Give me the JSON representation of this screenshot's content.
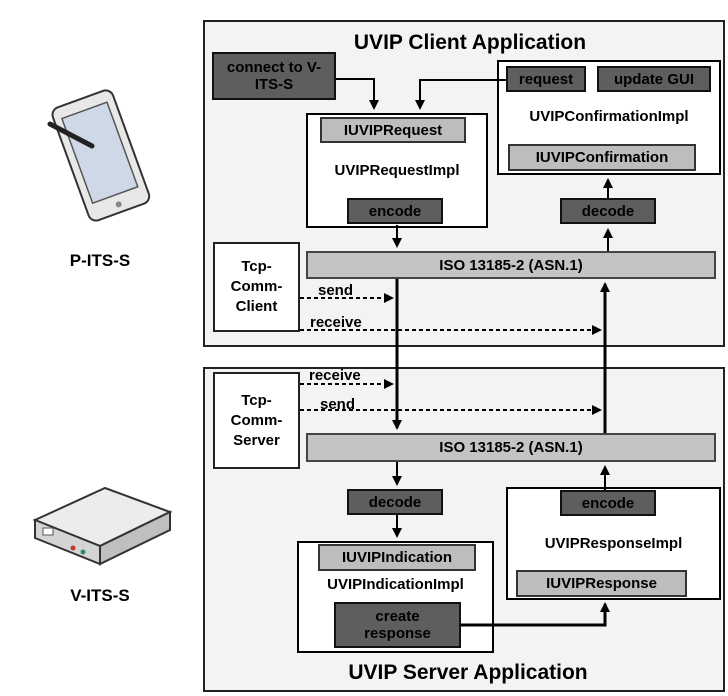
{
  "client": {
    "title": "UVIP Client Application",
    "connect_btn": "connect to V-ITS-S",
    "request_impl": {
      "interface": "IUVIPRequest",
      "name": "UVIPRequestImpl",
      "encode": "encode"
    },
    "confirmation_impl": {
      "request": "request",
      "update_gui": "update GUI",
      "name": "UVIPConfirmationImpl",
      "interface": "IUVIPConfirmation"
    },
    "decode": "decode",
    "iso": "ISO 13185-2 (ASN.1)",
    "tcp": "Tcp-Comm-Client",
    "send": "send",
    "receive": "receive"
  },
  "server": {
    "title": "UVIP Server Application",
    "tcp": "Tcp-Comm-Server",
    "receive": "receive",
    "send": "send",
    "iso": "ISO 13185-2 (ASN.1)",
    "decode": "decode",
    "indication_impl": {
      "interface": "IUVIPIndication",
      "name": "UVIPIndicationImpl",
      "create": "create response"
    },
    "response_impl": {
      "encode": "encode",
      "name": "UVIPResponseImpl",
      "interface": "IUVIPResponse"
    }
  },
  "devices": {
    "p_its": "P-ITS-S",
    "v_its": "V-ITS-S"
  }
}
